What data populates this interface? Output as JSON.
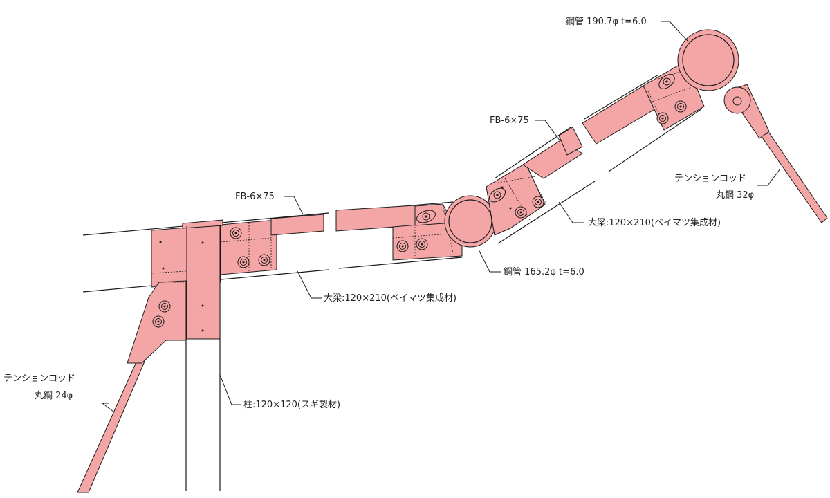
{
  "colors": {
    "pink": "#f4a6a6",
    "line": "#1a1a1a"
  },
  "labels": {
    "pipe_top": "鋼管 190.7φ t=6.0",
    "fb_right": "FB-6×75",
    "tension_right_1": "テンションロッド",
    "tension_right_2": "丸鋼 32φ",
    "beam_right": "大梁:120×210(ベイマツ集成材)",
    "fb_left": "FB-6×75",
    "pipe_mid": "鋼管 165.2φ t=6.0",
    "beam_left": "大梁:120×210(ベイマツ集成材)",
    "tension_left_1": "テンションロッド",
    "tension_left_2": "丸鋼 24φ",
    "column": "柱:120×120(スギ製材)"
  }
}
